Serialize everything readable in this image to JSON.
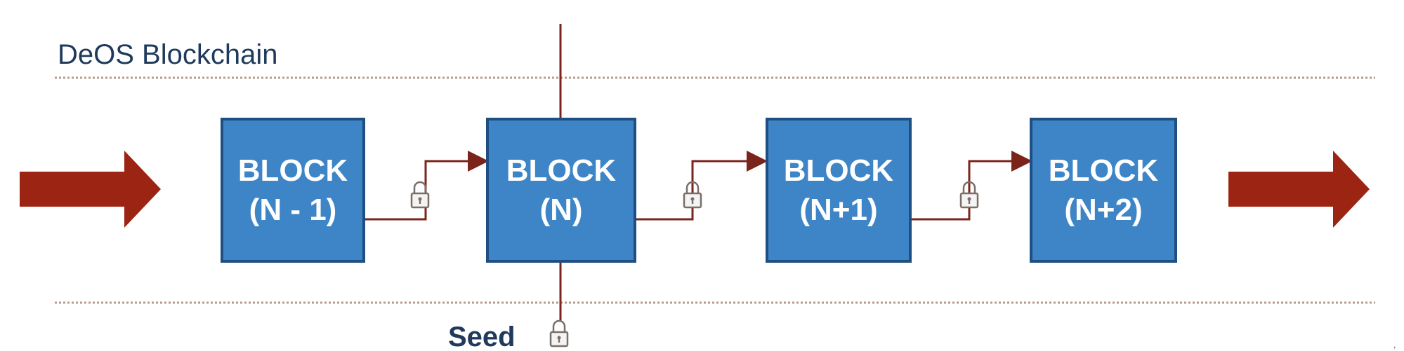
{
  "title": "DeOS Blockchain",
  "blocks": [
    {
      "line1": "BLOCK",
      "line2": "(N - 1)"
    },
    {
      "line1": "BLOCK",
      "line2": "(N)"
    },
    {
      "line1": "BLOCK",
      "line2": "(N+1)"
    },
    {
      "line1": "BLOCK",
      "line2": "(N+2)"
    }
  ],
  "seed_label": "Seed",
  "corner_mark": ",",
  "colors": {
    "block_fill": "#3d85c6",
    "block_border": "#1f4f82",
    "connector": "#7b241c",
    "big_arrow": "#9c2412",
    "dotted_line": "#b89a8a",
    "title_text": "#1f3a5c"
  }
}
